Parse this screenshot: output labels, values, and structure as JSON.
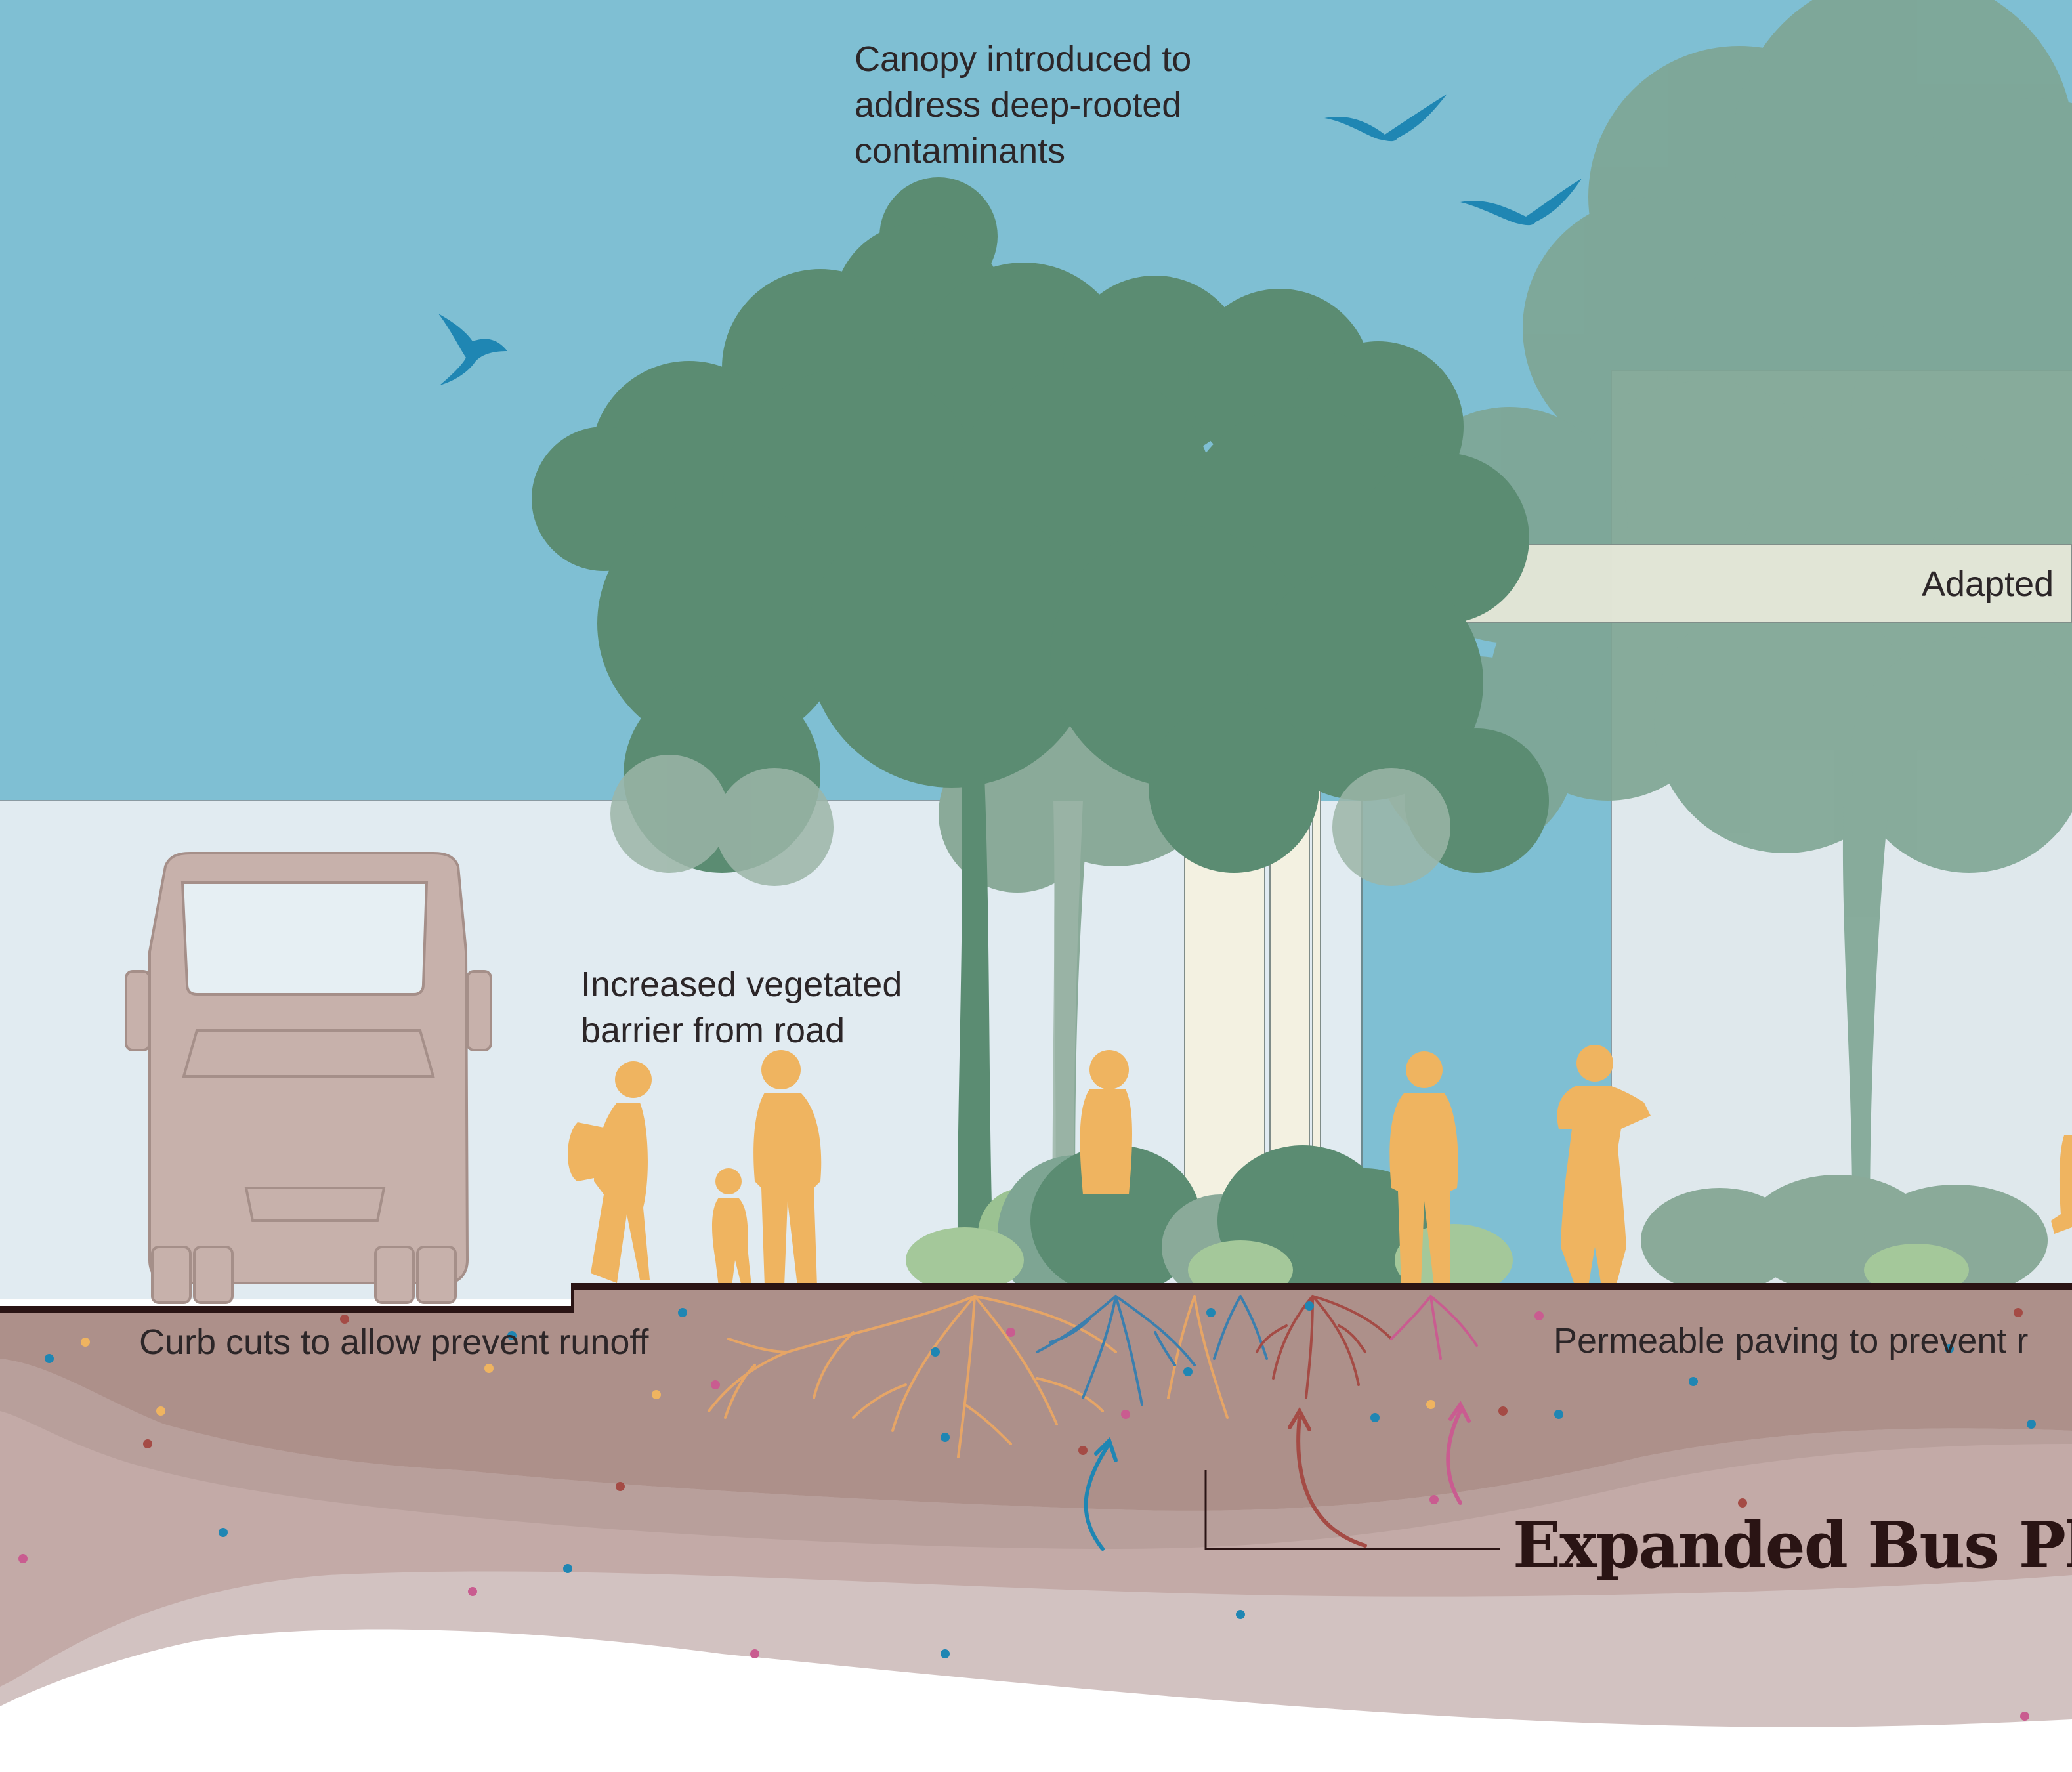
{
  "annotations": {
    "canopy": [
      "Canopy introduced to",
      "address deep-rooted",
      "contaminants"
    ],
    "vegetated_barrier": [
      "Increased vegetated",
      "barrier from road"
    ],
    "adapted": "Adapted",
    "curb_cuts": "Curb cuts to allow prevent runoff",
    "permeable_paving": "Permeable paving to prevent r"
  },
  "title": "Expanded Bus Pla",
  "colors": {
    "sky": "#7fbfd3",
    "street_band": "#e1ebf1",
    "tree": "#5b8c72",
    "tree_back": "#8aaa99",
    "people": "#efb460",
    "bus": "#c7b1ab",
    "soil_top": "#ad908a",
    "soil_mid": "#c3aaa7",
    "soil_low": "#d2c2c1",
    "shelter": "#f3f1e1",
    "bird": "#1f86b3",
    "root_orange": "#e6a566",
    "root_blue": "#3b7fae",
    "root_red": "#a44b45",
    "root_pink": "#c95c90",
    "curb": "#2a1414"
  },
  "icons": [
    "bird-icon",
    "bus-icon",
    "tree-icon",
    "person-icon",
    "shrub-icon",
    "root-icon"
  ]
}
